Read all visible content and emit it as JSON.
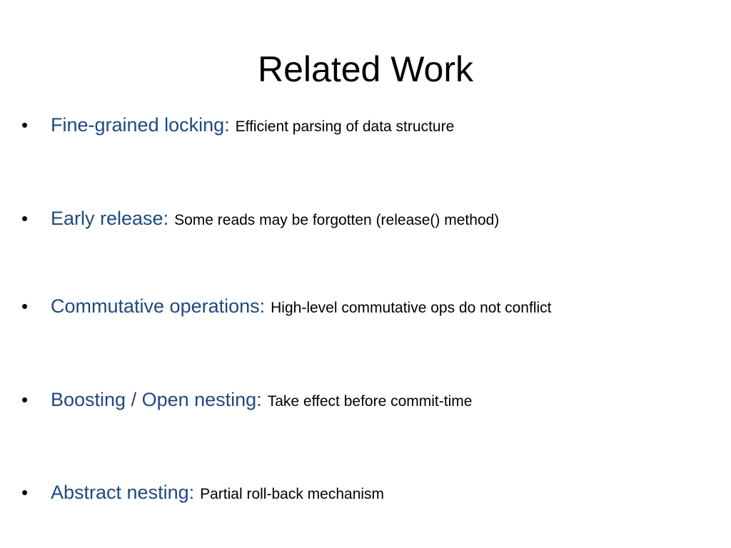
{
  "slide": {
    "title": "Related Work",
    "bullets": [
      {
        "term": "Fine-grained locking:",
        "description": "Efficient parsing of data structure"
      },
      {
        "term": "Early release:",
        "description": "Some reads may be forgotten (release() method)"
      },
      {
        "term": "Commutative operations:",
        "description": "High-level commutative ops do not conflict"
      },
      {
        "term": "Boosting / Open nesting:",
        "description": "Take effect before commit-time"
      },
      {
        "term": "Abstract nesting:",
        "description": "Partial roll-back mechanism"
      }
    ],
    "colors": {
      "term": "#1f497d",
      "text": "#000000",
      "background": "#ffffff"
    }
  }
}
